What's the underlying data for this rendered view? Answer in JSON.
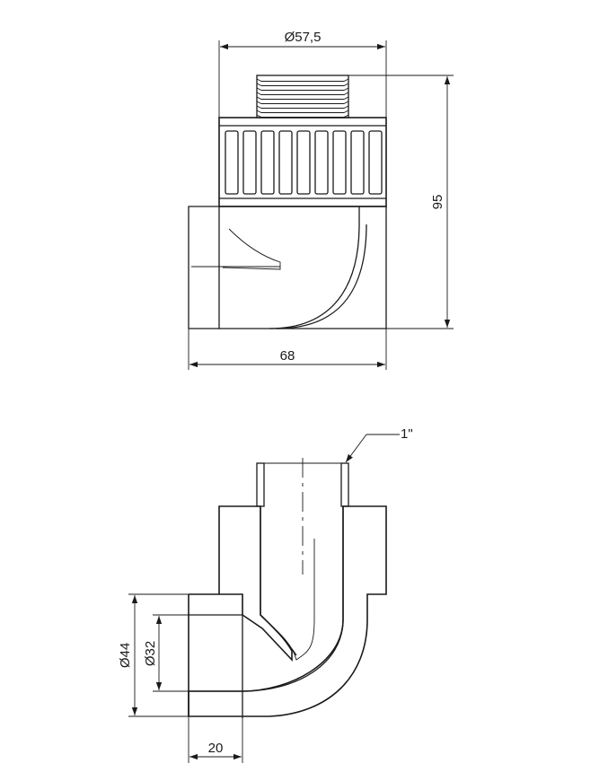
{
  "dimensions": {
    "top_width": "Ø57,5",
    "height": "95",
    "base_width": "68",
    "thread": "1\"",
    "outer_diameter": "Ø44",
    "inner_diameter": "Ø32",
    "socket_depth": "20"
  },
  "colors": {
    "line": "#1a1a1a",
    "background": "#ffffff"
  }
}
